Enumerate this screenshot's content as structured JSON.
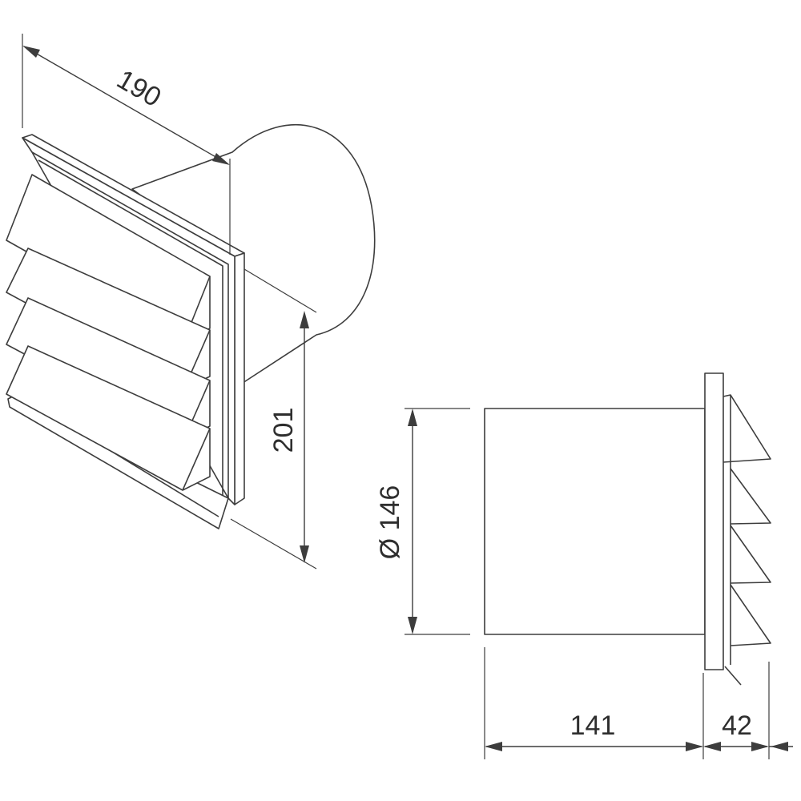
{
  "colors": {
    "line": "#3d3d3d",
    "text": "#2e2e2e",
    "background": "#ffffff"
  },
  "dimensions": {
    "width": "190",
    "height": "201",
    "diameter": "Ø 146",
    "duct_length": "141",
    "grille_depth": "42"
  }
}
